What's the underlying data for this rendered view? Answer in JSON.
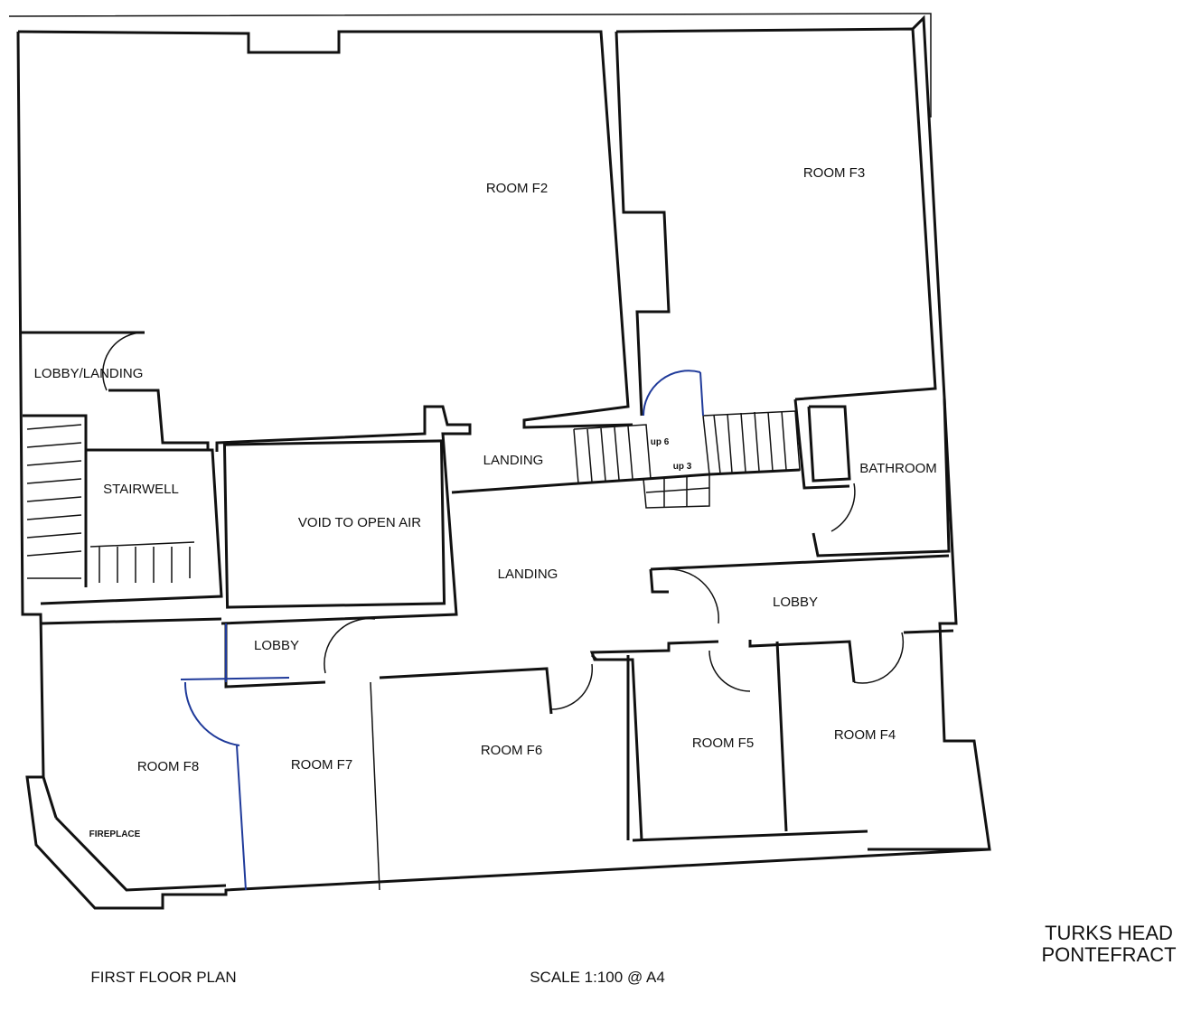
{
  "plan": {
    "rooms": {
      "f2": "ROOM F2",
      "f3": "ROOM F3",
      "f4": "ROOM F4",
      "f5": "ROOM F5",
      "f6": "ROOM F6",
      "f7": "ROOM F7",
      "f8": "ROOM F8",
      "lobby_landing": "LOBBY/LANDING",
      "stairwell": "STAIRWELL",
      "void": "VOID TO OPEN AIR",
      "landing_upper": "LANDING",
      "landing_main": "LANDING",
      "bathroom": "BATHROOM",
      "lobby_right": "LOBBY",
      "lobby_left": "LOBBY",
      "fireplace": "FIREPLACE"
    },
    "stairs": {
      "up6": "up 6",
      "up3": "up 3"
    }
  },
  "footer": {
    "plan_title": "FIRST FLOOR PLAN",
    "scale": "SCALE 1:100 @ A4",
    "building_name": "TURKS HEAD",
    "town": "PONTEFRACT"
  },
  "colors": {
    "wall": "#111111",
    "revision": "#1f3a9a"
  }
}
